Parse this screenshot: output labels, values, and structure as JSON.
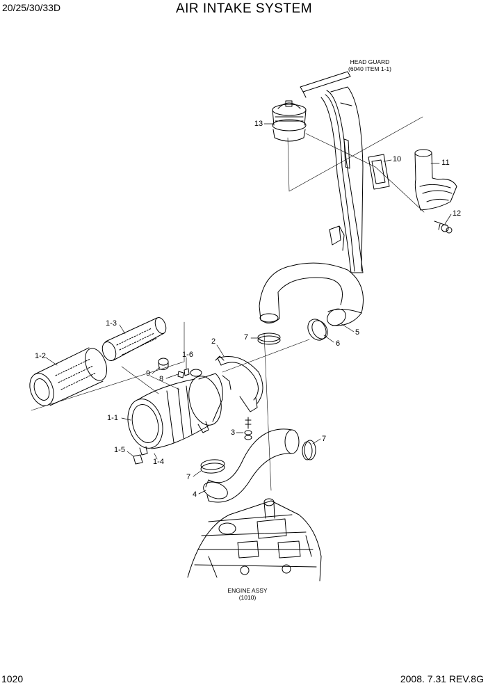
{
  "header": {
    "model": "20/25/30/33D",
    "title": "AIR INTAKE SYSTEM"
  },
  "footer": {
    "page": "1020",
    "date_rev": "2008. 7.31  REV.8G"
  },
  "refs": {
    "head_guard": {
      "line1": "HEAD GUARD",
      "line2": "(6040 ITEM 1-1)"
    },
    "engine": {
      "line1": "ENGINE ASSY",
      "line2": "(1010)"
    }
  },
  "callouts": {
    "p13": "13",
    "p10": "10",
    "p11": "11",
    "p12": "12",
    "p5": "5",
    "p6": "6",
    "p7a": "7",
    "p2": "2",
    "p1_3": "1-3",
    "p1_2": "1-2",
    "p9": "9",
    "p8": "8",
    "p1_6": "1-6",
    "p1_1": "1-1",
    "p3": "3",
    "p7b": "7",
    "p1_5": "1-5",
    "p1_4": "1-4",
    "p7c": "7",
    "p4": "4"
  }
}
